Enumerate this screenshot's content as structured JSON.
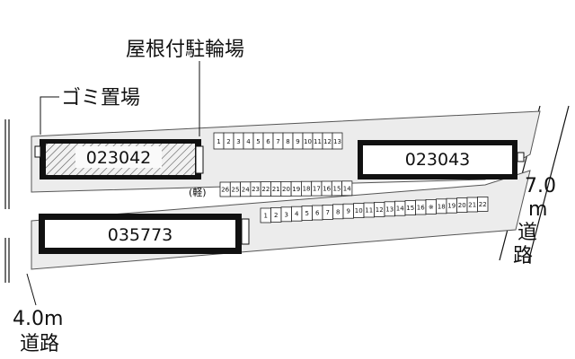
{
  "labels": {
    "roof_bike_parking": "屋根付駐輪場",
    "garbage_area": "ゴミ置場",
    "left_road_width": "4.0m",
    "left_road_text": "道路",
    "right_road_7": "7.0",
    "right_road_m": "m",
    "right_road_do": "道",
    "right_road_ro": "路",
    "kei_label": "(軽)"
  },
  "buildings": {
    "b1": "023042",
    "b2": "023043",
    "b3": "035773"
  },
  "bike_slots": [
    "1",
    "2",
    "3",
    "4",
    "5",
    "6",
    "7",
    "8",
    "9",
    "10",
    "11",
    "12",
    "13"
  ],
  "kei_slots": [
    "26",
    "25",
    "24",
    "23",
    "22",
    "21",
    "20",
    "19",
    "18",
    "17",
    "16",
    "15",
    "14"
  ],
  "car_slots": [
    "1",
    "2",
    "3",
    "4",
    "5",
    "6",
    "7",
    "8",
    "9",
    "10",
    "11",
    "12",
    "13",
    "14",
    "15",
    "16",
    "※",
    "18",
    "19",
    "20",
    "21",
    "22"
  ],
  "colors": {
    "line": "#111111",
    "lot_fill": "#ececec"
  }
}
